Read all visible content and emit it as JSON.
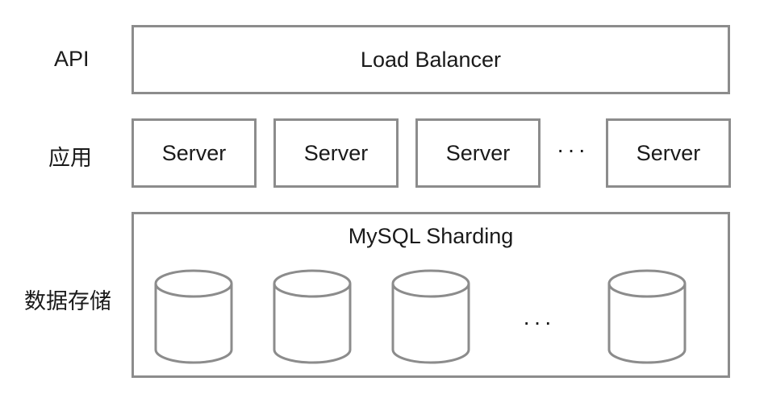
{
  "layers": {
    "api": {
      "label": "API",
      "box": "Load Balancer"
    },
    "app": {
      "label": "应用",
      "servers": [
        "Server",
        "Server",
        "Server",
        "Server"
      ],
      "ellipsis": "···"
    },
    "storage": {
      "label": "数据存储",
      "title": "MySQL Sharding",
      "databases": 4,
      "ellipsis": "···"
    }
  },
  "colors": {
    "border": "#8c8c8c",
    "text": "#1a1a1a",
    "background": "#ffffff"
  }
}
